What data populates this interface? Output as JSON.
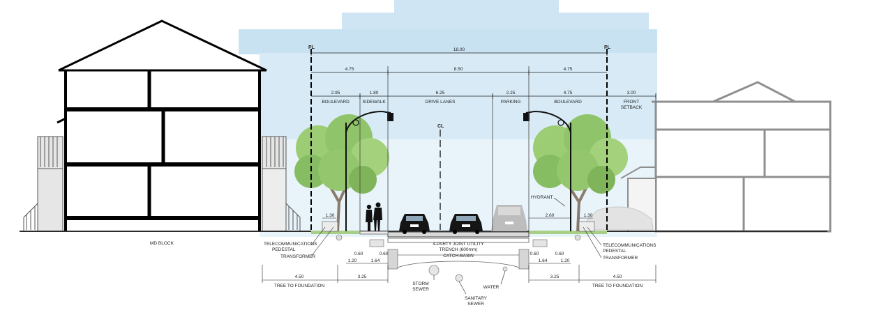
{
  "colors": {
    "sky": "#c9e2f2",
    "sky_light": "#e4f1f9",
    "building_stroke": "#000000",
    "neighbour_stroke": "#9a9a9a",
    "tree_green": "#8fc46a",
    "trunk": "#8a7b6a",
    "ground": "#2b2b2b",
    "grass": "#a9cf86",
    "dimension": "#222222"
  },
  "labels": {
    "pl_left": "PL",
    "pl_right": "PL",
    "cl": "CL",
    "total_width": "18.00",
    "boulevard_left_total": "4.75",
    "roadway": "8.50",
    "boulevard_right_total": "4.75",
    "seg_boulevard_left": "2.95",
    "seg_sidewalk": "1.80",
    "seg_drive": "6.25",
    "seg_parking": "2.25",
    "seg_boulevard_right": "4.75",
    "seg_setback": "3.00",
    "boulevard_left": "BOULEVARD",
    "sidewalk": "SIDEWALK",
    "drive_lanes": "DRIVE LANES",
    "parking": "PARKING",
    "boulevard_right": "BOULEVARD",
    "front_setback_1": "FRONT",
    "front_setback_2": "SETBACK",
    "md_block": "MD BLOCK",
    "hydrant": "HYDRANT",
    "dim_260": "2.60",
    "dim_130_left": "1.30",
    "dim_130_right": "1.30",
    "telecom_left_1": "TELECOMMUNICATIONS",
    "telecom_left_2": "PEDESTAL",
    "transformer_left": "TRANSFORMER",
    "telecom_right_1": "TELECOMMUNICATIONS",
    "telecom_right_2": "PEDESTAL",
    "transformer_right": "TRANSFORMER",
    "utility_1": "4-PARTY JOINT UTILITY",
    "utility_2": "TRENCH (600mm)",
    "catch_basin": "CATCH-BASIN",
    "dim_060_a": "0.60",
    "dim_060_b": "0.60",
    "dim_060_c": "0.60",
    "dim_060_d": "0.60",
    "dim_120_left": "1.20",
    "dim_164_left": "1.64",
    "dim_164_right": "1.64",
    "dim_120_right": "1.20",
    "dim_450_left": "4.50",
    "dim_325_left": "3.25",
    "dim_325_right": "3.25",
    "dim_450_right": "4.50",
    "tree_foundation_left": "TREE TO FOUNDATION",
    "tree_foundation_right": "TREE TO FOUNDATION",
    "storm_1": "STORM",
    "storm_2": "SEWER",
    "water": "WATER",
    "sanitary_1": "SANITARY",
    "sanitary_2": "SEWER"
  }
}
